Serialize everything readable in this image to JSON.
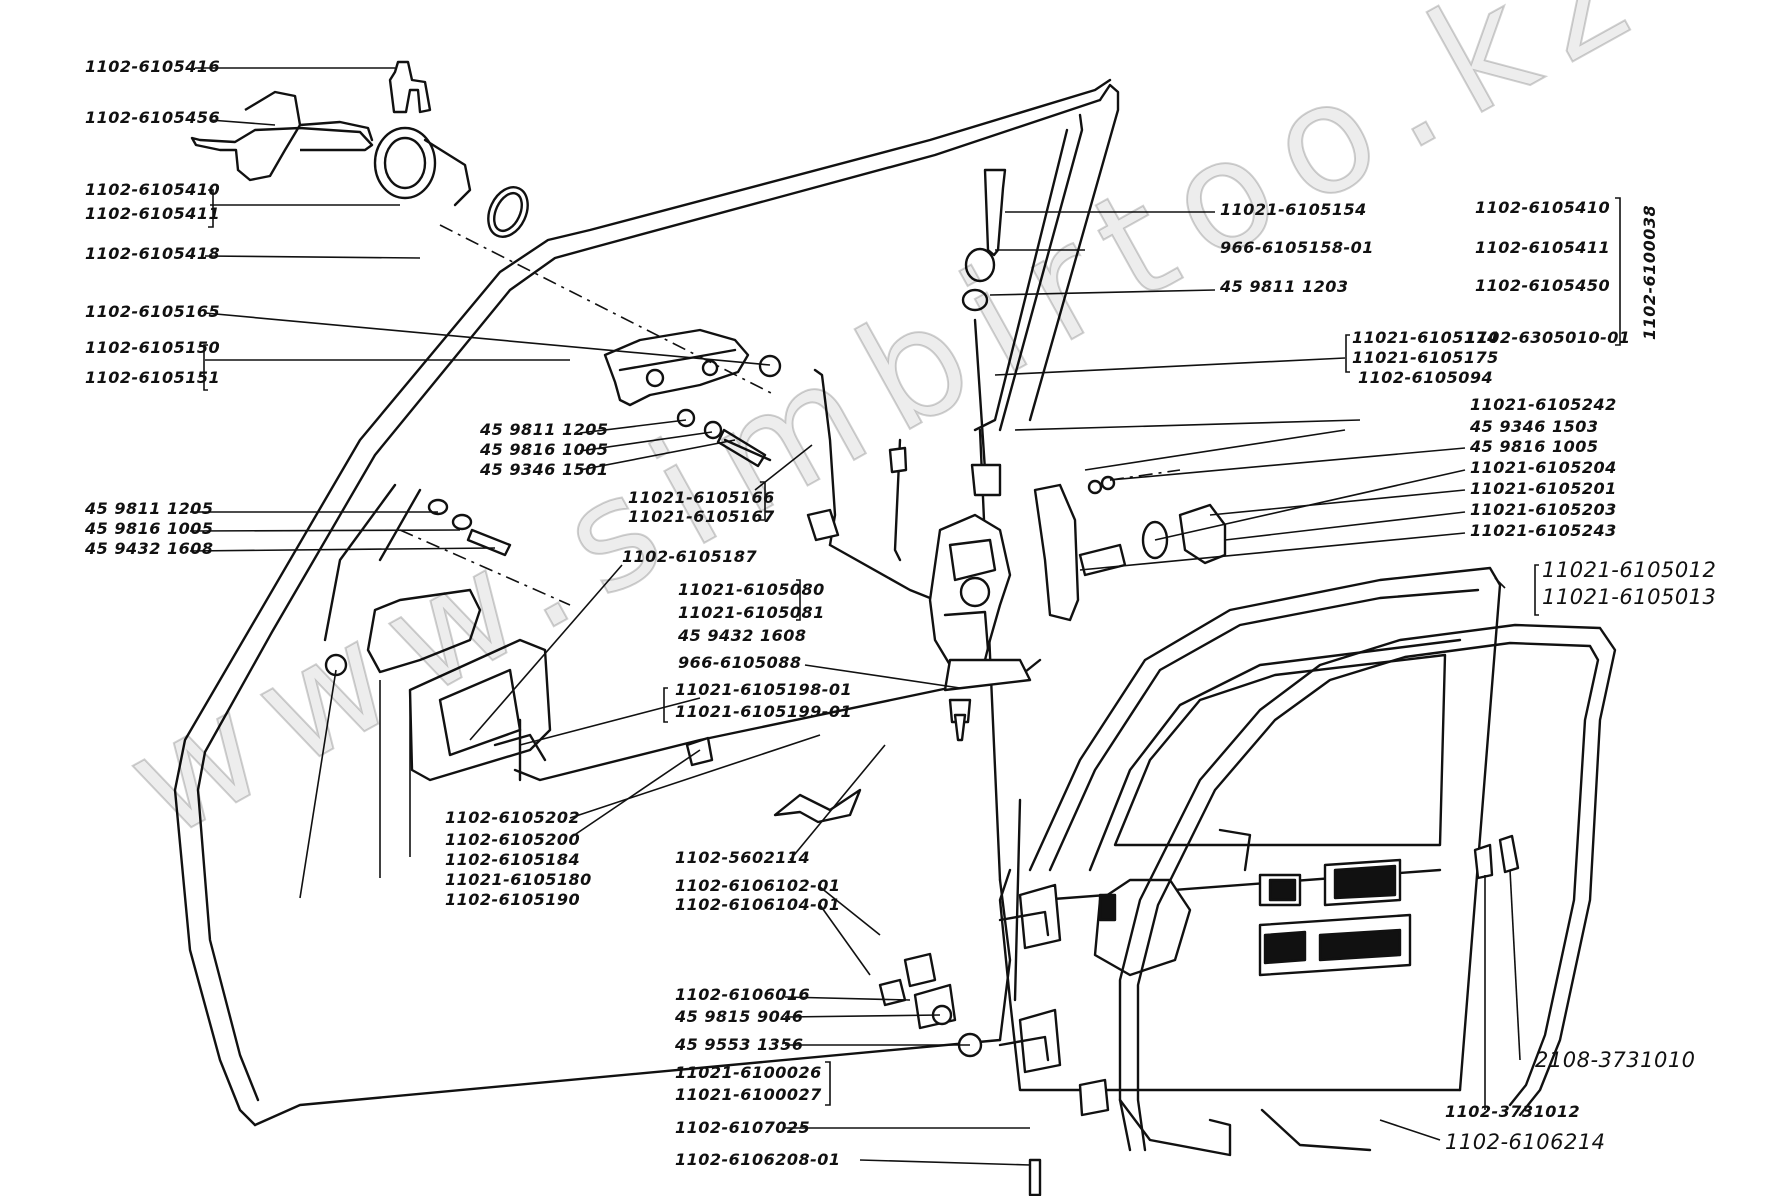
{
  "watermark": "www.simbirtoo.kz",
  "labels": {
    "l01": "1102-6105416",
    "l02": "1102-6105456",
    "l03": "1102-6105410",
    "l04": "1102-6105411",
    "l05": "1102-6105418",
    "l06": "1102-6105165",
    "l07": "1102-6105150",
    "l08": "1102-6105151",
    "l09": "45 9811 1205",
    "l10": "45 9816 1005",
    "l11": "45 9346 1501",
    "l12": "45 9811 1205",
    "l13": "45 9816 1005",
    "l14": "45 9432 1608",
    "l15": "11021-6105166",
    "l16": "11021-6105167",
    "l17": "1102-6105187",
    "l18": "11021-6105080",
    "l19": "11021-6105081",
    "l20": "45 9432 1608",
    "l21": "966-6105088",
    "l22": "11021-6105198-01",
    "l23": "11021-6105199-01",
    "l24": "1102-6105202",
    "l25": "1102-6105200",
    "l26": "1102-6105184",
    "l27": "11021-6105180",
    "l28": "1102-6105190",
    "l29": "11021-6105154",
    "l30": "966-6105158-01",
    "l31": "45 9811 1203",
    "l32": "11021-6105174",
    "l33": "11021-6105175",
    "l34": "1102-6105094",
    "l35": "11021-6105242",
    "l36": "45 9346 1503",
    "l37": "45 9816 1005",
    "l38": "11021-6105204",
    "l39": "11021-6105201",
    "l40": "11021-6105203",
    "l41": "11021-6105243",
    "l42": "1102-6105410",
    "l43": "1102-6105411",
    "l44": "1102-6105450",
    "l45": "1102-6305010-01",
    "l46": "1102-6100038",
    "l47": "11021-6105012",
    "l48": "11021-6105013",
    "l49": "1102-5602114",
    "l50": "1102-6106102-01",
    "l51": "1102-6106104-01",
    "l52": "1102-6106016",
    "l53": "45 9815 9046",
    "l54": "45 9553 1356",
    "l55": "11021-6100026",
    "l56": "11021-6100027",
    "l57": "1102-6107025",
    "l58": "1102-6106208-01",
    "l59": "1102-6106214",
    "l60": "1102-3731012",
    "l61": "2108-3731010"
  }
}
